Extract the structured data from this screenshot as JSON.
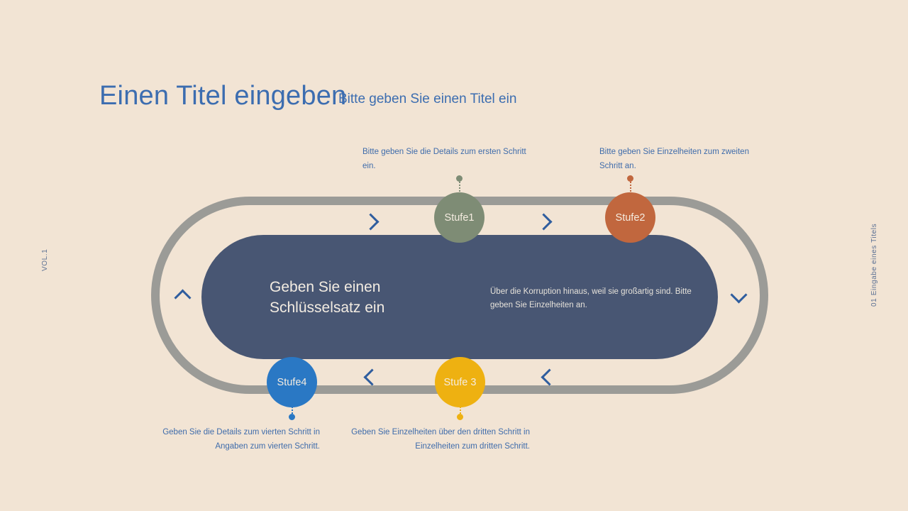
{
  "header": {
    "title": "Einen Titel eingeben",
    "subtitle": "Bitte geben Sie einen Titel ein"
  },
  "side_labels": {
    "left": "VOL.1",
    "right": "01 Eingabe eines Titels"
  },
  "center_panel": {
    "heading": "Geben Sie einen Schlüsselsatz ein",
    "body": "Über die Korruption hinaus, weil sie großartig sind. Bitte geben Sie Einzelheiten an.",
    "background_color": "#485673"
  },
  "steps": [
    {
      "label": "Stufe1",
      "color": "#7e8c75",
      "note": "Bitte geben Sie die Details zum ersten Schritt ein.",
      "position": "top-left"
    },
    {
      "label": "Stufe2",
      "color": "#c1673e",
      "note": "Bitte geben Sie Einzelheiten zum zweiten Schritt an.",
      "position": "top-right"
    },
    {
      "label": "Stufe 3",
      "color": "#eeb111",
      "note": "Geben Sie Einzelheiten über den dritten Schritt in Einzelheiten zum dritten Schritt.",
      "position": "bottom-right"
    },
    {
      "label": "Stufe4",
      "color": "#2a78c4",
      "note": "Geben Sie die Details zum vierten Schritt in Angaben zum vierten Schritt.",
      "position": "bottom-left"
    }
  ],
  "arrows": {
    "top_1": "chevron-right-icon",
    "top_2": "chevron-right-icon",
    "bottom_1": "chevron-left-icon",
    "bottom_2": "chevron-left-icon",
    "left": "chevron-up-icon",
    "right": "chevron-down-icon"
  },
  "theme": {
    "background": "#f2e4d4",
    "ring": "#9b9b97",
    "accent_blue": "#3c6db0",
    "arrow_blue": "#2f5d9e"
  }
}
